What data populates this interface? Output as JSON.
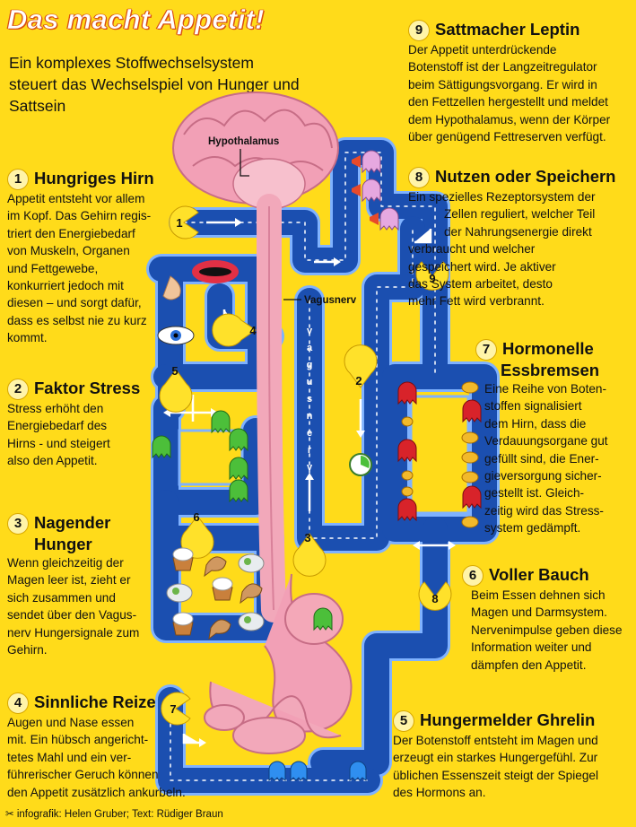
{
  "title": "Das macht Appetit!",
  "subtitle": "Ein komplexes Stoffwechselsystem steuert das Wechselspiel von Hunger und Sattsein",
  "labels": {
    "hypothalamus": "Hypothalamus",
    "vagusnerv": "Vagusnerv",
    "vagus_vertical": [
      "v",
      "a",
      "g",
      "u",
      "s",
      "n",
      "e",
      "r",
      "v"
    ]
  },
  "maze_markers": [
    "1",
    "2",
    "3",
    "4",
    "5",
    "6",
    "7",
    "8",
    "9"
  ],
  "sections": {
    "s1": {
      "num": "1",
      "heading": "Hungriges Hirn",
      "lines": [
        "Appetit entsteht vor allem",
        "im Kopf. Das Gehirn regis-",
        "triert den Energiebedarf",
        "von Muskeln, Organen",
        "und Fettgewebe,",
        "konkurriert jedoch mit",
        "diesen – und sorgt dafür,",
        "dass es selbst nie zu kurz",
        "kommt."
      ]
    },
    "s2": {
      "num": "2",
      "heading": "Faktor Stress",
      "lines": [
        "Stress erhöht den",
        "Energiebedarf des",
        "Hirns - und steigert",
        "also den Appetit."
      ]
    },
    "s3": {
      "num": "3",
      "heading": [
        "Nagender",
        "Hunger"
      ],
      "lines": [
        "Wenn gleichzeitig der",
        "Magen leer ist, zieht er",
        "sich zusammen und",
        "sendet über den Vagus-",
        "nerv Hungersignale zum",
        "Gehirn."
      ]
    },
    "s4": {
      "num": "4",
      "heading": "Sinnliche Reize",
      "lines": [
        "Augen und Nase essen",
        "mit. Ein hübsch angericht-",
        "tetes Mahl und ein ver-",
        "führerischer Geruch können",
        "den Appetit zusätzlich ankurbeln."
      ]
    },
    "s5": {
      "num": "5",
      "heading": "Hungermelder Ghrelin",
      "lines": [
        "Der Botenstoff entsteht im Magen und",
        "erzeugt ein starkes Hungergefühl. Zur",
        "üblichen Essenszeit steigt der Spiegel",
        "des Hormons an."
      ]
    },
    "s6": {
      "num": "6",
      "heading": "Voller Bauch",
      "lines": [
        "Beim Essen dehnen sich",
        "Magen und Darmsystem.",
        "Nervenimpulse geben diese",
        "Information weiter und",
        "dämpfen den Appetit."
      ]
    },
    "s7": {
      "num": "7",
      "heading": [
        "Hormonelle",
        "Essbremsen"
      ],
      "lines": [
        "Eine Reihe von Boten-",
        "stoffen signalisiert",
        "dem Hirn, dass die",
        "Verdauungsorgane gut",
        "gefüllt sind, die Ener-",
        "gieversorgung sicher-",
        "gestellt ist. Gleich-",
        "zeitig wird das Stress-",
        "system gedämpft."
      ]
    },
    "s8": {
      "num": "8",
      "heading": "Nutzen oder Speichern",
      "lines": [
        "Ein spezielles Rezeptorsystem   der",
        "Zellen reguliert, welcher Teil",
        "der Nahrungsenergie direkt",
        "verbraucht und welcher",
        "gespeichert wird. Je aktiver",
        "das System arbeitet, desto",
        "mehr Fett       wird verbrannt."
      ]
    },
    "s9": {
      "num": "9",
      "heading": "Sattmacher Leptin",
      "lines": [
        "Der Appetit unterdrückende",
        "Botenstoff ist der Langzeitregulator",
        "beim Sättigungsvorgang. Er wird in",
        "den Fettzellen hergestellt und meldet",
        "dem Hypothalamus, wenn der Körper",
        "über genügend Fettreserven verfügt."
      ]
    }
  },
  "footer": "infografik: Helen Gruber; Text: Rüdiger Braun",
  "colors": {
    "background": "#ffdb1a",
    "maze": "#1b4fb0",
    "maze_border": "#7fb2ff",
    "organ": "#f4a8b8",
    "title": "#ffffff"
  }
}
